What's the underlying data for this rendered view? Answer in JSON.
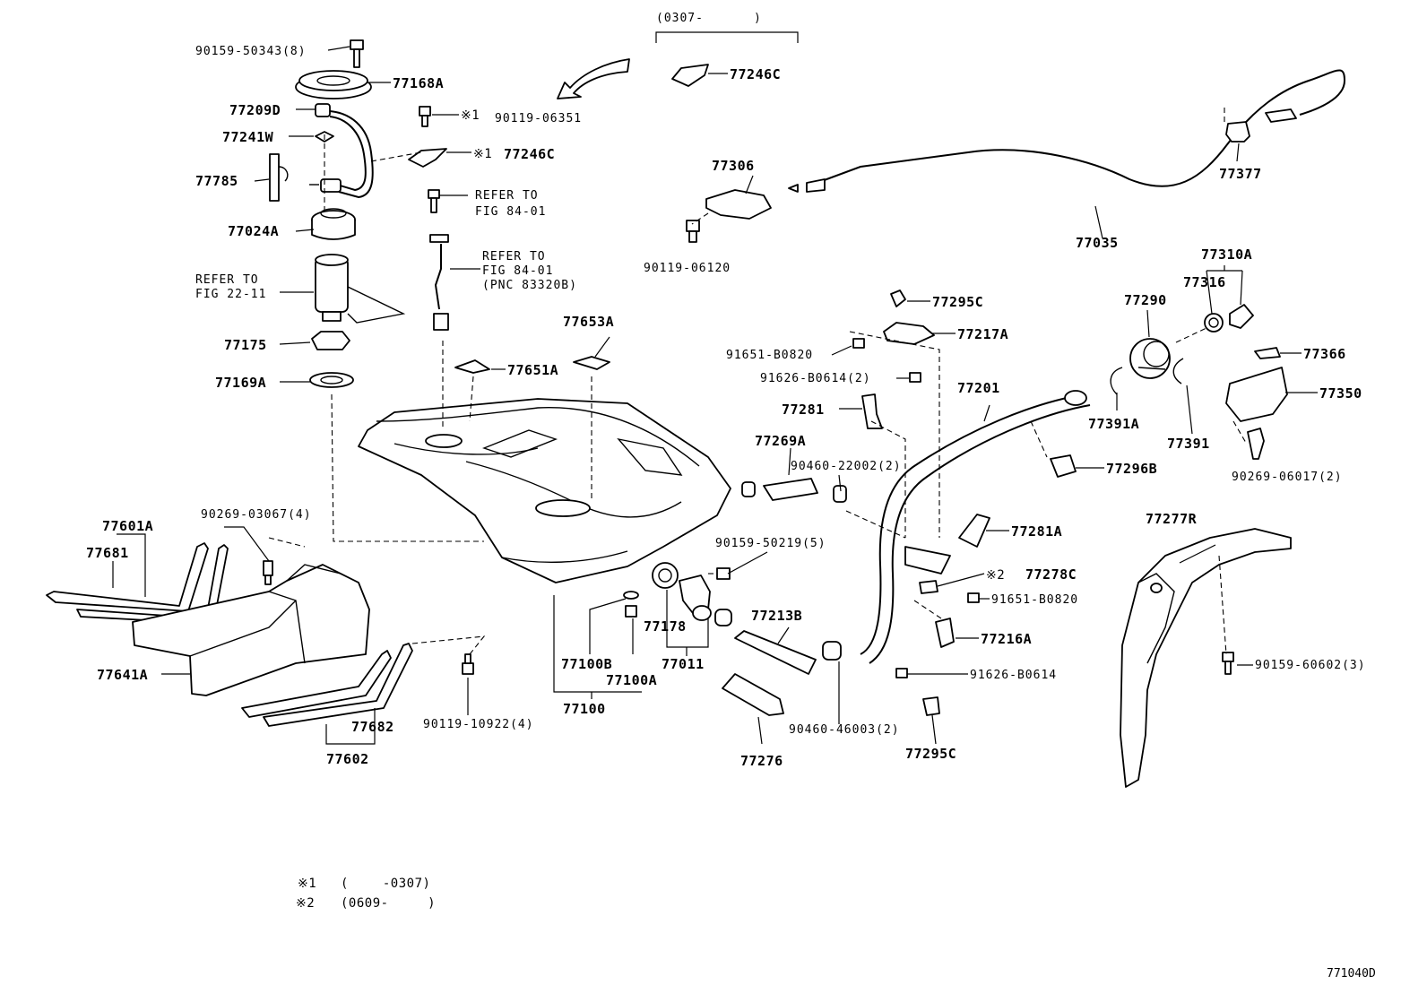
{
  "diagram_code": "771040D",
  "notes": {
    "note1": {
      "mark": "※1",
      "range": "(　　 -0307)"
    },
    "note2": {
      "mark": "※2",
      "range": "(0609-　　　)"
    }
  },
  "header_range": "(0307-　　　　)",
  "parts": {
    "p90159_50343": "90159-50343(8)",
    "p77168A": "77168A",
    "p77209D": "77209D",
    "p77241W": "77241W",
    "p77785": "77785",
    "p77024A": "77024A",
    "refer_22_11_a": "REFER TO",
    "refer_22_11_b": "FIG 22-11",
    "p77175": "77175",
    "p77169A": "77169A",
    "p90119_06351_mark": "※1",
    "p90119_06351": "90119-06351",
    "p77246C_lower_mark": "※1",
    "p77246C_lower": "77246C",
    "refer_84_01_a": "REFER TO",
    "refer_84_01_b": "FIG 84-01",
    "refer_84_01_pnc_a": "REFER TO",
    "refer_84_01_pnc_b": "FIG 84-01",
    "refer_84_01_pnc_c": "(PNC 83320B)",
    "p77246C_upper": "77246C",
    "p77653A": "77653A",
    "p77651A": "77651A",
    "p77306": "77306",
    "p90119_06120": "90119-06120",
    "p77035": "77035",
    "p77377": "77377",
    "p77310A": "77310A",
    "p77316": "77316",
    "p77290": "77290",
    "p77366": "77366",
    "p77350": "77350",
    "p77391A": "77391A",
    "p77391": "77391",
    "p90269_06017": "90269-06017(2)",
    "p77295C_top": "77295C",
    "p77217A": "77217A",
    "p91651_B0820_top": "91651-B0820",
    "p91626_B0614_2": "91626-B0614(2)",
    "p77201": "77201",
    "p77281": "77281",
    "p77269A": "77269A",
    "p90460_22002": "90460-22002(2)",
    "p77296B": "77296B",
    "p77281A": "77281A",
    "p90159_50219": "90159-50219(5)",
    "p77278C_mark": "※2",
    "p77278C": "77278C",
    "p91651_B0820_low": "91651-B0820",
    "p77216A": "77216A",
    "p91626_B0614": "91626-B0614",
    "p77295C_low": "77295C",
    "p77213B": "77213B",
    "p90460_46003": "90460-46003(2)",
    "p77276": "77276",
    "p77178": "77178",
    "p77011": "77011",
    "p77100B": "77100B",
    "p77100A": "77100A",
    "p77100": "77100",
    "p77601A": "77601A",
    "p77681": "77681",
    "p90269_03067": "90269-03067(4)",
    "p77641A": "77641A",
    "p77682": "77682",
    "p77602": "77602",
    "p90119_10922": "90119-10922(4)",
    "p77277R": "77277R",
    "p90159_60602": "90159-60602(3)"
  }
}
